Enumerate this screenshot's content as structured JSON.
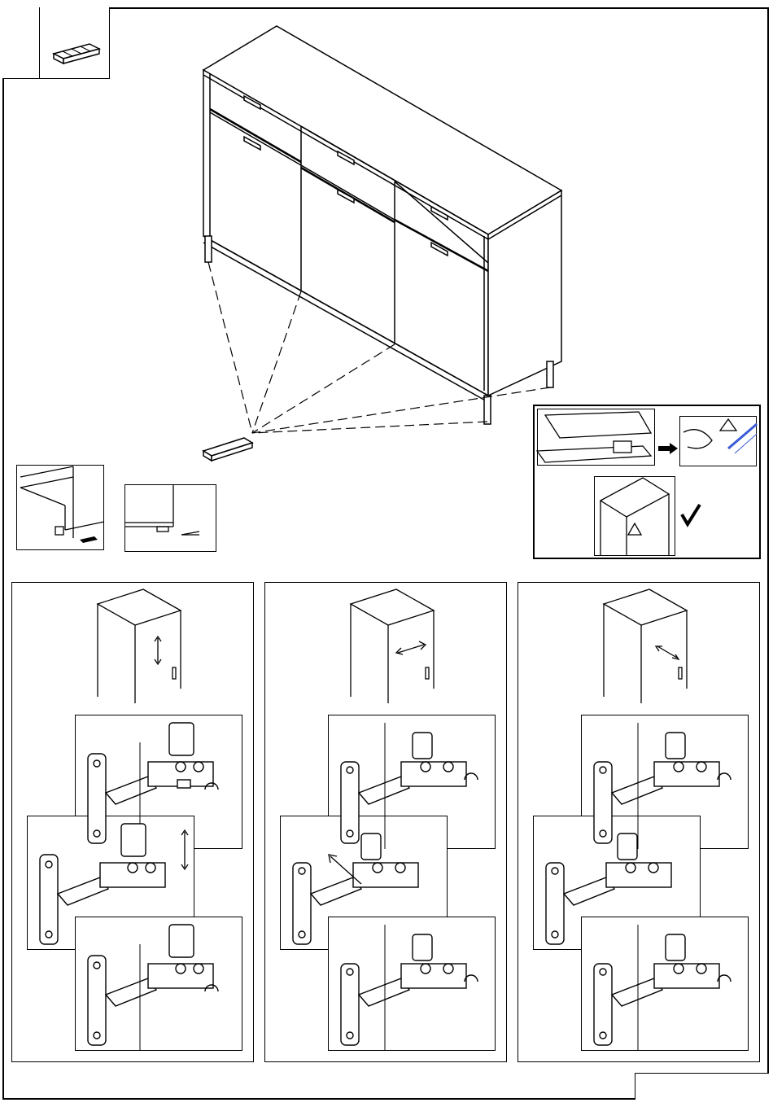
{
  "page": {
    "background": "#ffffff",
    "ink": "#000000",
    "accent_note": "#3b5bd6"
  },
  "icons": {
    "shim_pack": "wedge-shims-icon",
    "checkmark": "check-icon",
    "warning": "warning-triangle-icon",
    "arrow_right": "arrow-right-icon",
    "rotate": "rotate-screw-icon"
  },
  "panels": [
    {
      "adjustment": "vertical"
    },
    {
      "adjustment": "horizontal"
    },
    {
      "adjustment": "depth"
    }
  ]
}
